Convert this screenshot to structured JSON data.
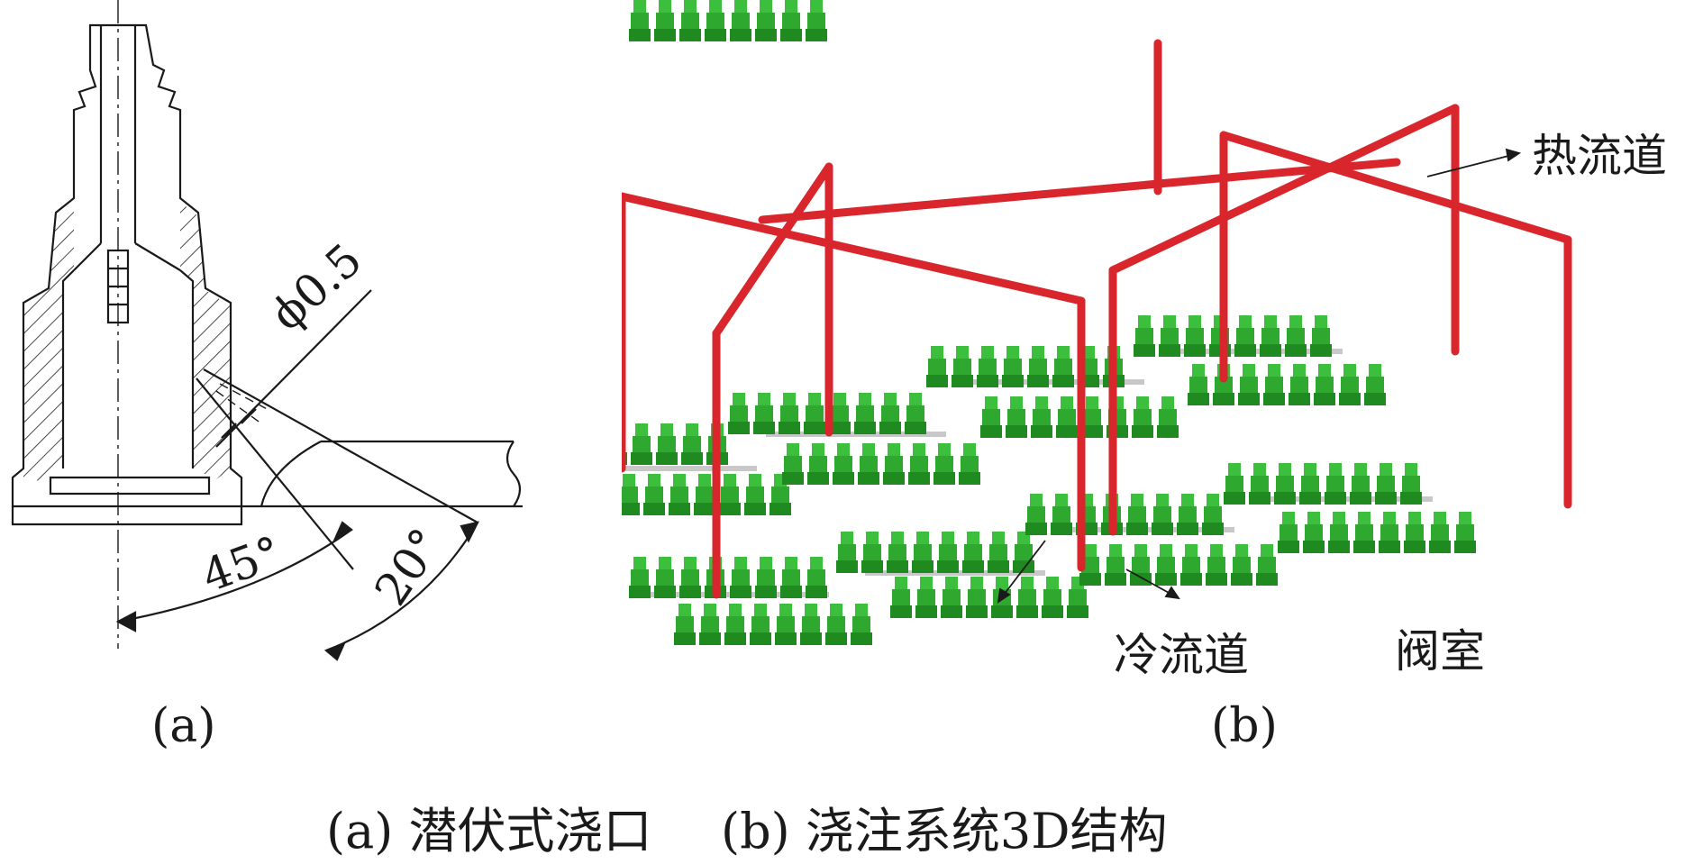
{
  "panel_a": {
    "label": "(a)",
    "dim_diameter": "ϕ0.5",
    "angle_45": "45°",
    "angle_20": "20°"
  },
  "panel_b": {
    "label": "(b)",
    "hot_runner": "热流道",
    "cold_runner": "冷流道",
    "valve_chamber": "阀室"
  },
  "caption": {
    "part_a": "(a) 潜伏式浇口",
    "part_b": "(b) 浇注系统3D结构"
  },
  "colors": {
    "hot_runner": "#d8262c",
    "cavity_green": "#2fa82f",
    "cold_runner": "#c8c8c8",
    "line": "#1a1a1a"
  }
}
